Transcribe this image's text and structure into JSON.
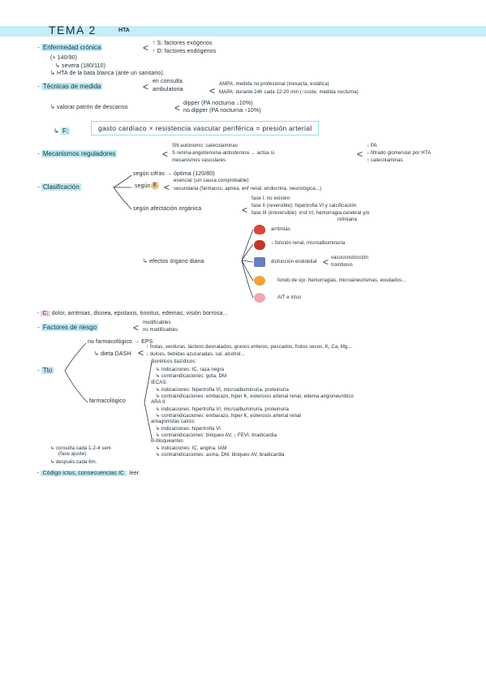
{
  "title": "TEMA 2",
  "title_sub": "HTA",
  "cronica": {
    "label": "Enfermedad crónica",
    "s": "↑ S: factores exógenos",
    "d": "↑ D: factores endógenos",
    "range": "(+ 140/90)",
    "severa": "severa (180/110)",
    "bata": "HTA de la bata blanca (ante un sanitario)."
  },
  "tecnicas": {
    "label": "Técnicas de medida",
    "consulta": "en consulta",
    "ambulatoria": "ambulatoria",
    "ampa": "AMPA: medida no profesional (inexacta, estática)",
    "mapa": "MAPA: durante 24h cada 12-20 min (↑coste, medida nocturna)",
    "valorar": "valorar patrón de descanso",
    "dipper": "dipper (PA nocturna ↓10%)",
    "no_dipper": "no dipper (PA nocturna ↑10%)"
  },
  "formula": {
    "label": "F:",
    "text": "gasto cardíaco × resistencia vascular periférica = presión arterial"
  },
  "mecanismos": {
    "label": "Mecanismos reguladores",
    "snc": "SN autónomo: catecolaminas",
    "renina": "S renina-angiotensina-aldosterona → actúa si",
    "vasc": "mecanismos vasculares",
    "pa": "↓ PA",
    "filtrado": "↓ filtrado glomerular por HTA",
    "cateco": "↑ catecolaminas"
  },
  "clasificacion": {
    "label": "Clasificación",
    "cifras": "según cifras → óptima (120/80)",
    "esencial": "esencial (sin causa comprobable)",
    "segun": "según",
    "e_letter": "E",
    "secundaria": "secundaria (fármacos, apnea, enf renal, endocrina, neurológica...)",
    "afectacion": "según afectación orgánica",
    "fase1": "fase I: no existen",
    "fase2": "fase II (reversible): hipertrofia VI y calcificación",
    "fase3": "fase III (irreversible): insf VI, hemorragia cerebral y/o",
    "retiniana": "retiniana",
    "efectos": "efectos órgano diana",
    "arritmias": "arritmias",
    "renal": "↓ función renal, microalbuminuria",
    "endotelial": "disfunción endotelial",
    "vasocon": "vasoconstricción",
    "trombosis": "trombosis",
    "fondo": "fondo de ojo: hemorragias, microaneurismas, exudados...",
    "ait": "AIT e ictus"
  },
  "clinica": {
    "label": "C:",
    "text": "dolor, arritmias, disnea, epistaxis, tinnitus, edemas, visión borrosa..."
  },
  "riesgo": {
    "label": "Factores de riesgo",
    "mod": "modificables",
    "nomod": "no modificables"
  },
  "tto": {
    "label": "Tto",
    "no_farm": "no farmacológico → EPS",
    "dieta": "dieta DASH",
    "dash1": "↑ frutas, verduras, lácteos desnatados, granos enteros, pescados, frutos secos, K, Ca, Mg...",
    "dash2": "↓ dulces, bebidas azucaradas, sal, alcohol...",
    "farm": "farmacológico",
    "diureticos": "diuréticos tiazídicos:",
    "diu_ind": "indicaciones: IC, raza negra",
    "diu_con": "contraindicaciones: gota, DM",
    "iecas": "IECAS:",
    "iecas_ind": "indicaciones: hipertrofia VI, microalbuminuria, proteinuria",
    "iecas_con": "contraindicaciones: embarazo, hiper K, estenosis arterial renal, edema angioneurótico",
    "ara": "ARA II",
    "ara_ind": "indicaciones: hipertrofia VI, microalbuminuria, proteinuria",
    "ara_con": "contraindicaciones: embarazo, hiper K, estenosis arterial renal",
    "antag": "antagonistas calcio:",
    "antag_ind": "indicaciones: hipertrofia VI",
    "antag_con": "contraindicaciones: bloqueo AV, ↓ FEVI, bradicardia",
    "beta": "B-bloqueantes",
    "beta_ind": "indicaciones: IC, angina, IAM",
    "beta_con": "contraindicaciones: asma, DM, bloqueo AV, bradicardia",
    "consulta": "consulta cada 1-2-4 sem",
    "fase_ajuste": "(fase ajuste)",
    "despues": "después cada 6m."
  },
  "ictus": {
    "label": "Código ictus, consecuencias IC",
    "text": ": leer."
  }
}
